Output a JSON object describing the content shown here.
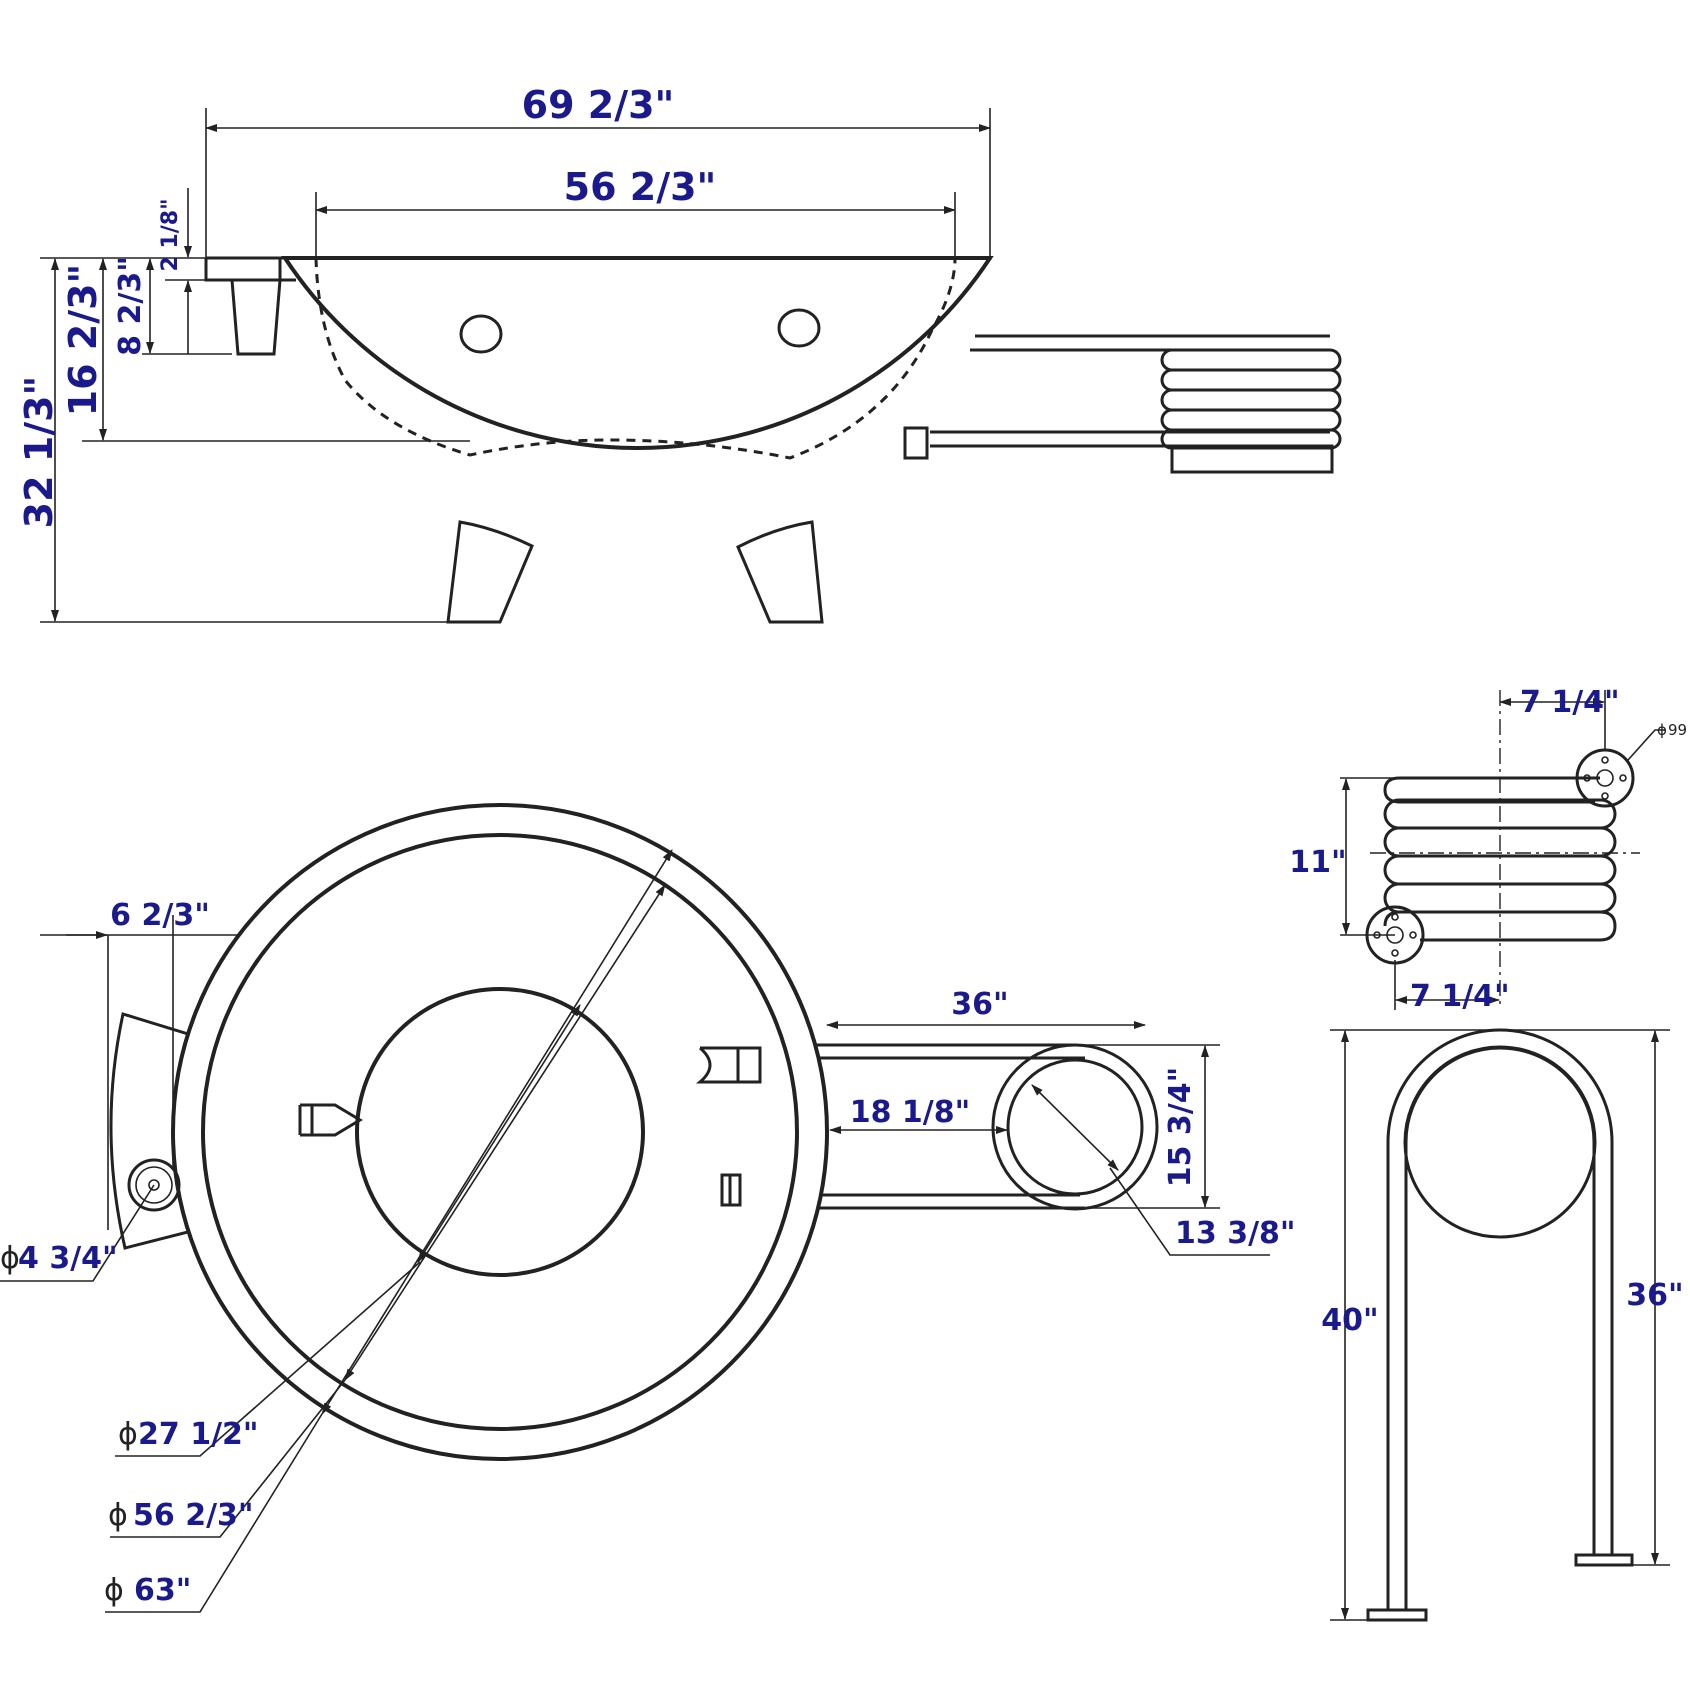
{
  "side_view": {
    "overall_width": "69 2/3\"",
    "tub_width": "56 2/3\"",
    "rim_thickness": "2 1/8\"",
    "seat_height": "8 2/3\"",
    "water_depth": "16 2/3\"",
    "overall_height": "32 1/3\""
  },
  "top_view": {
    "drain_offset": "6 2/3\"",
    "drain_diameter": "4 3/4\"",
    "inner_diameter": "27 1/2\"",
    "tub_diameter": "56 2/3\"",
    "outer_diameter": "63\"",
    "stove_arm_length": "36\"",
    "stove_arm_inner": "18 1/8\"",
    "stove_width": "15 3/4\"",
    "stove_ring_diameter": "13 3/8\""
  },
  "coil_view": {
    "flange_offset_top": "7 1/4\"",
    "flange_offset_bottom": "7 1/4\"",
    "coil_height": "11\"",
    "flange_note": "99"
  },
  "front_view": {
    "left_height": "40\"",
    "right_height": "36\""
  },
  "symbols": {
    "diameter": "ϕ"
  }
}
